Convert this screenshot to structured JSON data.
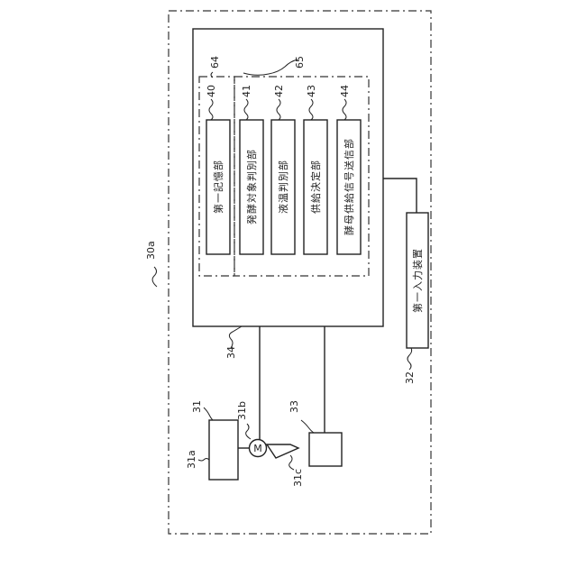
{
  "labels": {
    "system": "30a",
    "controller": "34",
    "input_device": "32",
    "apparatus": "31",
    "apparatus_body": "31a",
    "motor_ref": "31b",
    "blade": "31c",
    "supply_unit": "33",
    "unit_group_a": "64",
    "unit_group_b": "65",
    "memory_unit_ref": "40",
    "target_unit_ref": "41",
    "liquid_unit_ref": "42",
    "supply_decision_ref": "43",
    "signal_unit_ref": "44"
  },
  "blocks": {
    "memory": "第一記憶部",
    "fermentation_target": "発酵対象判別部",
    "liquid_temp": "液温判別部",
    "supply_decision": "供給決定部",
    "yeast_signal": "酵母供給信号送信部",
    "input_device": "第一入力装置"
  },
  "motor_symbol": "M"
}
